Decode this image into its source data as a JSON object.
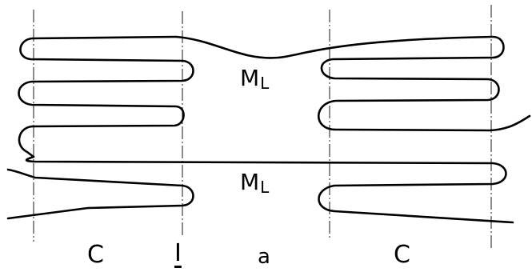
{
  "labels": {
    "ml_upper": {
      "main": "M",
      "sub": "L"
    },
    "ml_lower": {
      "main": "M",
      "sub": "L"
    },
    "regions": {
      "c_left": "C",
      "i": "I",
      "a": "a",
      "c_right": "C"
    }
  }
}
